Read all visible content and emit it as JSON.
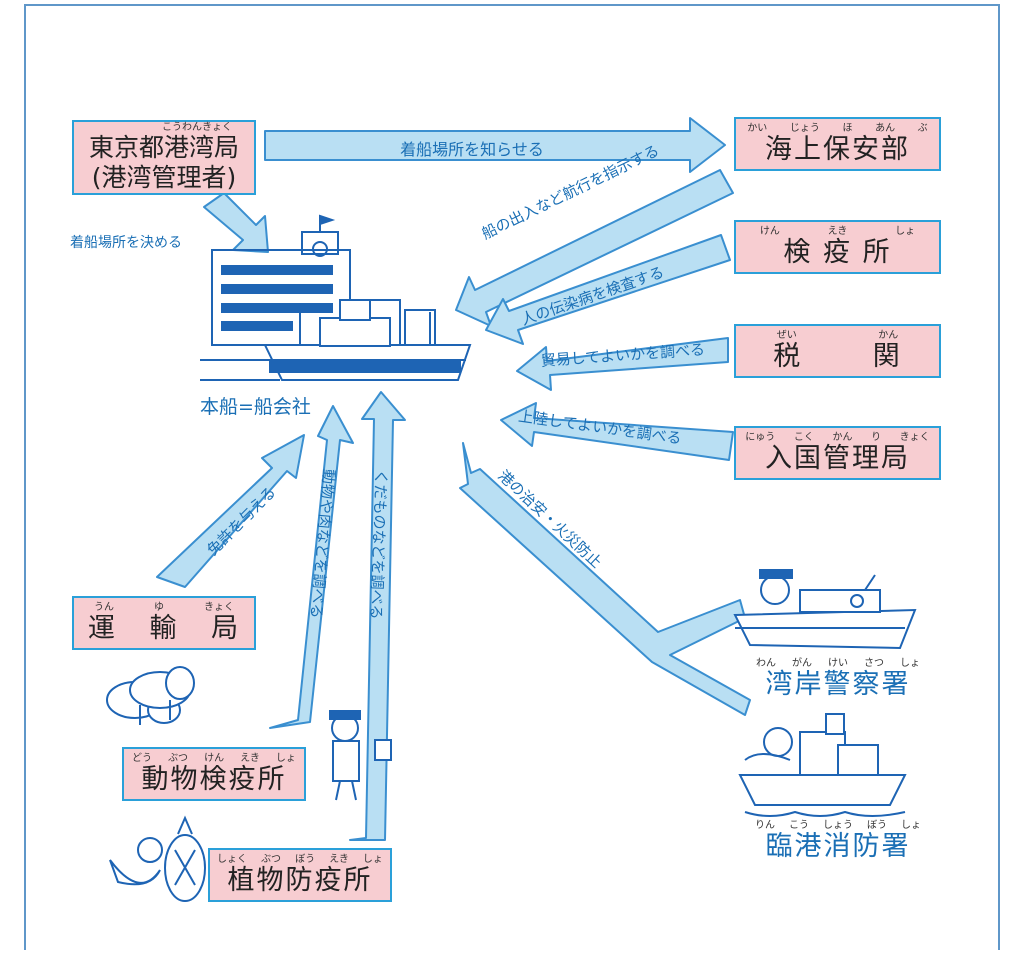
{
  "top_left": {
    "ruby": "こうわんきょく",
    "line1": "東京都港湾局",
    "line2": "(港湾管理者)"
  },
  "coast_guard": {
    "ruby": [
      "かい",
      "じょう",
      "ほ",
      "あん",
      "ぶ"
    ],
    "name": "海上保安部"
  },
  "quarantine": {
    "ruby": [
      "けん",
      "えき",
      "しょ"
    ],
    "name": "検 疫 所"
  },
  "customs": {
    "ruby": [
      "ぜい",
      "かん"
    ],
    "name": "税 関"
  },
  "immigration": {
    "ruby": [
      "にゅう",
      "こく",
      "かん",
      "り",
      "きょく"
    ],
    "name": "入国管理局"
  },
  "transport": {
    "ruby": [
      "うん",
      "ゆ",
      "きょく"
    ],
    "name": "運 輸 局"
  },
  "animal_quarantine": {
    "ruby": [
      "どう",
      "ぶつ",
      "けん",
      "えき",
      "しょ"
    ],
    "name": "動物検疫所"
  },
  "plant_quarantine": {
    "ruby": [
      "しょく",
      "ぶつ",
      "ぼう",
      "えき",
      "しょ"
    ],
    "name": "植物防疫所"
  },
  "harbor_police": {
    "ruby": [
      "わん",
      "がん",
      "けい",
      "さつ",
      "しょ"
    ],
    "name": "湾岸警察署"
  },
  "fire_station": {
    "ruby": [
      "りん",
      "こう",
      "しょう",
      "ぼう",
      "しょ"
    ],
    "name": "臨港消防署"
  },
  "ship_company": "本船=船会社",
  "arrows": {
    "notify_berth": "着船場所を知らせる",
    "decide_berth": "着船場所を決める",
    "direct_navigation": "船の出入など航行を指示する",
    "check_disease": "人の伝染病を検査する",
    "check_trade": "貿易してよいかを調べる",
    "check_landing": "上陸してよいかを調べる",
    "security_fire": "港の治安・火災防止",
    "grant_license": "免許を与える",
    "check_animals": "動物や肉などを調べる",
    "check_fruit": "くだものなどを調べる"
  },
  "colors": {
    "arrow_fill": "#b9dff3",
    "arrow_stroke": "#3a8fd0",
    "box_fill": "#f7cdd1",
    "box_border": "#2aa0d9",
    "line_art": "#1e64b4"
  }
}
